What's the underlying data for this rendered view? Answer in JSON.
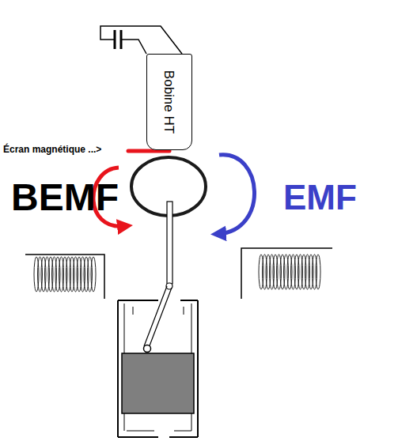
{
  "diagram": {
    "nodes": [
      {
        "text": [
          "Bobine HT"
        ]
      }
    ],
    "labels": [
      "Écran magnétique ...>",
      "BEMF",
      "EMF"
    ]
  }
}
